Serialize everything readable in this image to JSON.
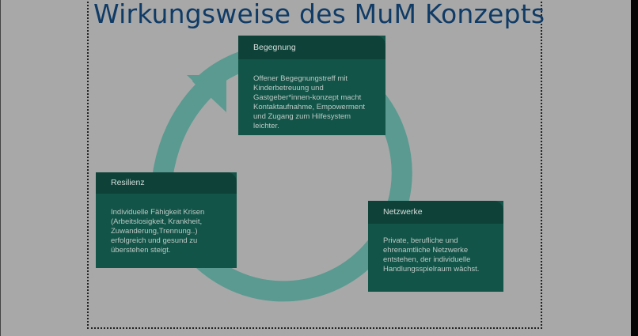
{
  "title": "Wirkungsweise des MuM Konzepts",
  "colors": {
    "background": "#a8a8a8",
    "title": "#0f3b66",
    "card_body": "#135448",
    "card_header": "#0e4239",
    "arrow": "#5a9a90"
  },
  "cards": {
    "begegnung": {
      "title": "Begegnung",
      "text": "Offener Begegnungstreff mit\nKinderbetreuung und\nGastgeber*innen-konzept macht\nKontaktaufnahme, Empowerment\nund Zugang zum Hilfesystem\nleichter."
    },
    "netzwerke": {
      "title": "Netzwerke",
      "text": "Private, berufliche und\nehrenamtliche Netzwerke\nentstehen, der individuelle\nHandlungsspielraum wächst."
    },
    "resilienz": {
      "title": "Resilienz",
      "text": "Individuelle Fähigkeit Krisen\n(Arbeitslosigkeit, Krankheit,\nZuwanderung,Trennung..)\nerfolgreich und gesund zu\nüberstehen steigt."
    }
  }
}
